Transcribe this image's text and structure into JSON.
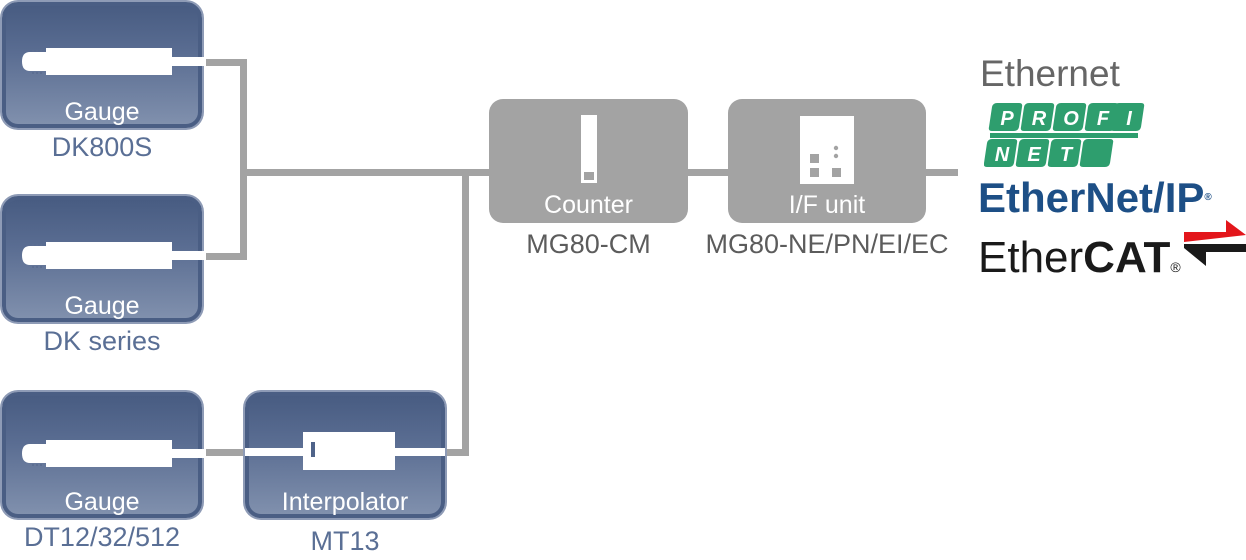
{
  "diagram": {
    "gauges": [
      {
        "label": "Gauge",
        "model": "DK800S"
      },
      {
        "label": "Gauge",
        "model": "DK series"
      },
      {
        "label": "Gauge",
        "model": "DT12/32/512"
      }
    ],
    "interpolator": {
      "label": "Interpolator",
      "model": "MT13"
    },
    "counter": {
      "label": "Counter",
      "model": "MG80-CM"
    },
    "if_unit": {
      "label": "I/F unit",
      "model": "MG80-NE/PN/EI/EC"
    },
    "networks": {
      "title": "Ethernet",
      "profinet": {
        "top": [
          "P",
          "R",
          "O",
          "F",
          "I"
        ],
        "bottom": [
          "N",
          "E",
          "T"
        ]
      },
      "ethernetip": {
        "part1": "Ether",
        "part2": "Net/IP",
        "reg": "®"
      },
      "ethercat": {
        "part1": "Ether",
        "part2": "CAT",
        "reg": "®"
      }
    },
    "colors": {
      "gauge_box": "#4a5e84",
      "gauge_caption": "#5a6f95",
      "connector_line": "#a3a3a3",
      "profinet_green": "#2e9e6e",
      "ethernetip_blue": "#1d4f86",
      "ethernetip_accent": "#e8a317",
      "ethercat_red": "#e3161b"
    }
  }
}
